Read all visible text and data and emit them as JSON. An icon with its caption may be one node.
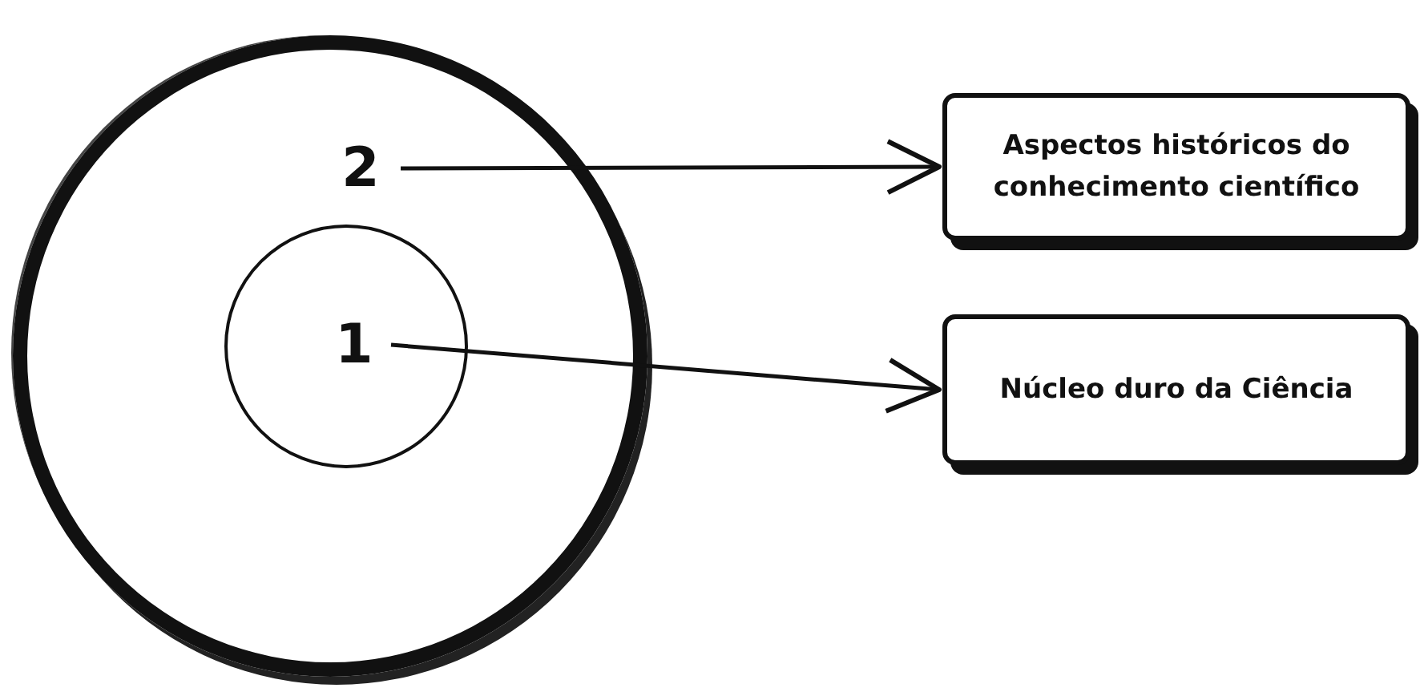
{
  "diagram": {
    "nodes": [
      {
        "text": [],
        "shape": "circle"
      },
      {
        "text": [
          "2"
        ],
        "in": 0
      },
      {
        "text": [],
        "shape": "circle",
        "in": 0
      },
      {
        "text": [
          "1"
        ],
        "in": 2
      },
      {
        "text": [
          "Aspectos históricos do conhecimento científico"
        ]
      },
      {
        "text": [
          "Núcleo duro da Ciência"
        ]
      }
    ],
    "edges": [
      {
        "from": 1,
        "to": 4,
        "arrow": "to"
      },
      {
        "from": 3,
        "to": 5,
        "arrow": "to"
      }
    ]
  }
}
